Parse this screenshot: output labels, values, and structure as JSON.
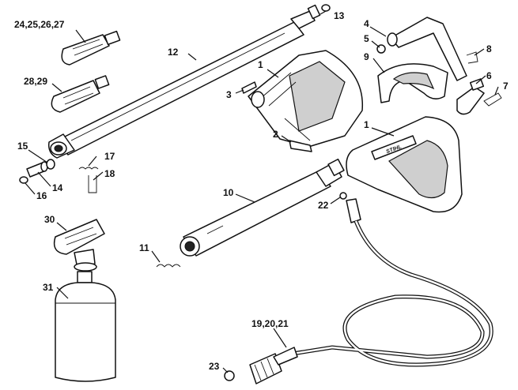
{
  "callouts": {
    "c24_27": "24,25,26,27",
    "c28_29": "28,29",
    "c15": "15",
    "c14": "14",
    "c16": "16",
    "c17": "17",
    "c18": "18",
    "c30": "30",
    "c31": "31",
    "c12": "12",
    "c13": "13",
    "c1a": "1",
    "c3": "3",
    "c2": "2",
    "c4": "4",
    "c5": "5",
    "c9": "9",
    "c8": "8",
    "c6": "6",
    "c7": "7",
    "c1b": "1",
    "c10": "10",
    "c22": "22",
    "c11": "11",
    "c19_21": "19,20,21",
    "c23": "23"
  },
  "brand_mark": "STIHL"
}
